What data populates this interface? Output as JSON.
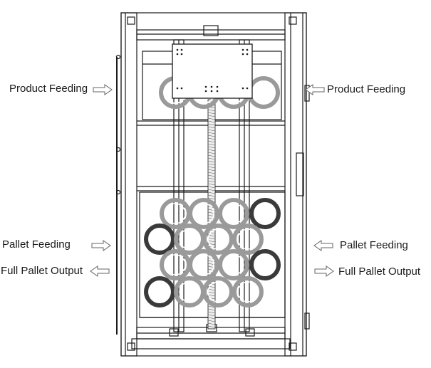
{
  "labels": {
    "product_feeding_left": "Product Feeding",
    "product_feeding_right": "Product Feeding",
    "pallet_feeding_left": "Pallet Feeding",
    "pallet_feeding_right": "Pallet Feeding",
    "full_pallet_output_left": "Full Pallet Output",
    "full_pallet_output_right": "Full Pallet Output"
  },
  "colors": {
    "line": "#1a1a1a",
    "ring_dark": "#3a3a3a",
    "ring_light": "#9a9a9a",
    "arrow": "#666666"
  }
}
